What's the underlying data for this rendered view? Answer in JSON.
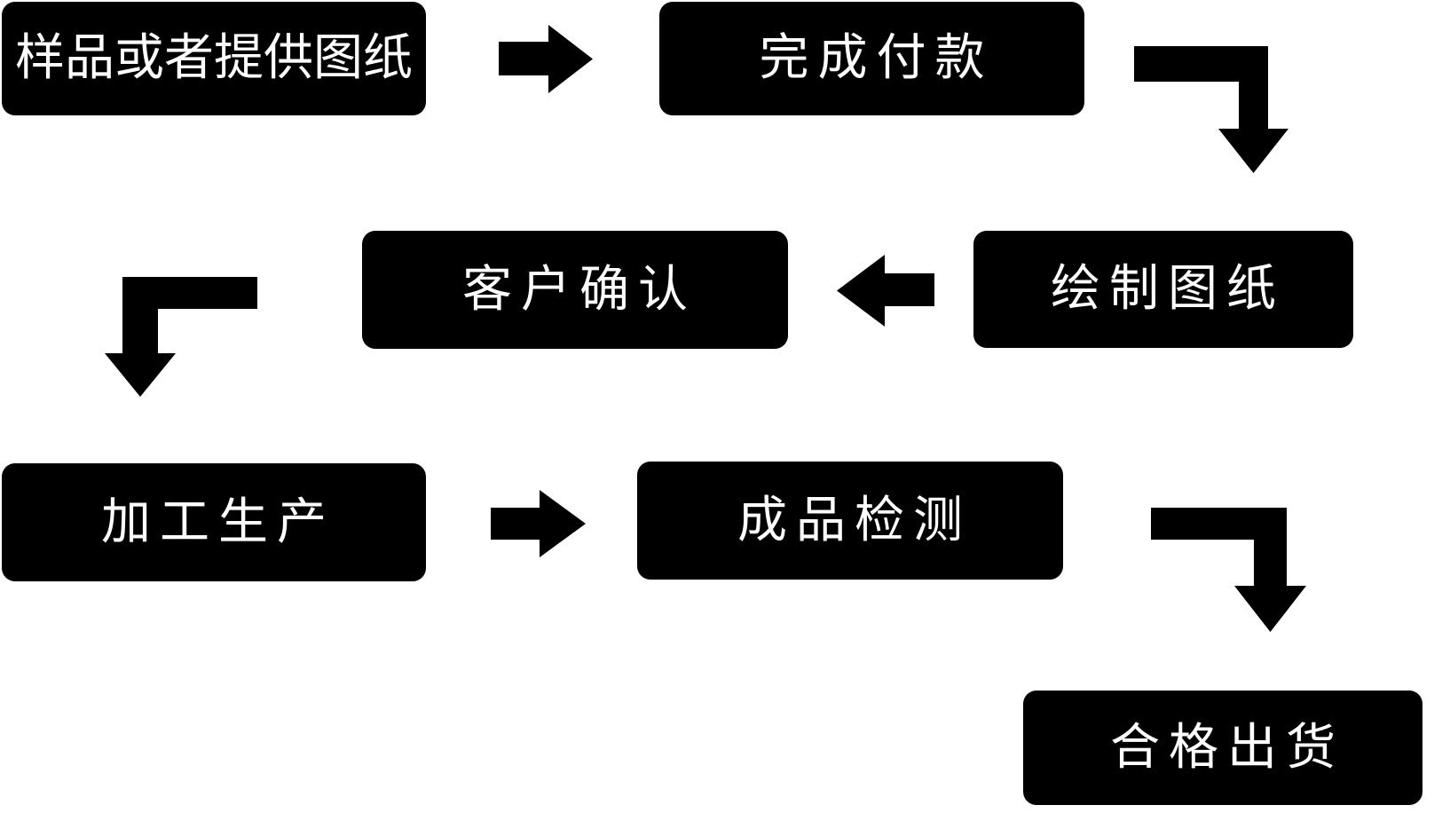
{
  "colors": {
    "background": "#ffffff",
    "node_fill": "#000000",
    "node_text": "#ffffff",
    "arrow_fill": "#000000"
  },
  "flowchart": {
    "type": "flowchart",
    "nodes": [
      {
        "label": "样品或者提供图纸"
      },
      {
        "label": "完成付款"
      },
      {
        "label": "绘制图纸"
      },
      {
        "label": "客户确认"
      },
      {
        "label": "加工生产"
      },
      {
        "label": "成品检测"
      },
      {
        "label": "合格出货"
      }
    ],
    "connections": [
      {
        "from": "样品或者提供图纸",
        "to": "完成付款",
        "direction": "right"
      },
      {
        "from": "完成付款",
        "to": "绘制图纸",
        "direction": "down"
      },
      {
        "from": "绘制图纸",
        "to": "客户确认",
        "direction": "left"
      },
      {
        "from": "客户确认",
        "to": "加工生产",
        "direction": "down"
      },
      {
        "from": "加工生产",
        "to": "成品检测",
        "direction": "right"
      },
      {
        "from": "成品检测",
        "to": "合格出货",
        "direction": "down"
      }
    ]
  }
}
